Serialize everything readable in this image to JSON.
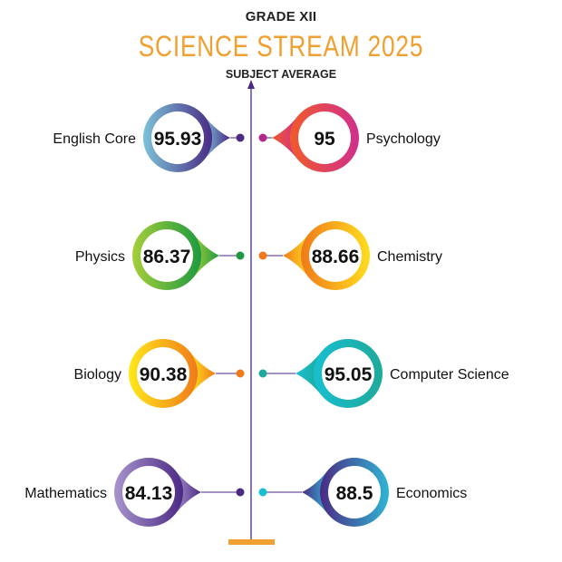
{
  "header": {
    "grade": "GRADE XII",
    "title": "SCIENCE STREAM 2025",
    "subtitle": "SUBJECT AVERAGE"
  },
  "chart_data": {
    "type": "infographic",
    "title": "SCIENCE STREAM 2025",
    "subtitle": "SUBJECT AVERAGE",
    "rows": [
      {
        "left": {
          "subject": "English Core",
          "value": 95.93,
          "label": "95.93",
          "colors": [
            "#7cc3d8",
            "#4b2a84"
          ]
        },
        "right": {
          "subject": "Psychology",
          "value": 95,
          "label": "95",
          "colors": [
            "#d02f8c",
            "#f05a2a"
          ]
        }
      },
      {
        "left": {
          "subject": "Physics",
          "value": 86.37,
          "label": "86.37",
          "colors": [
            "#a6ce39",
            "#1e9940"
          ]
        },
        "right": {
          "subject": "Chemistry",
          "value": 88.66,
          "label": "88.66",
          "colors": [
            "#ffdd1f",
            "#f07a1a"
          ]
        }
      },
      {
        "left": {
          "subject": "Biology",
          "value": 90.38,
          "label": "90.38",
          "colors": [
            "#ffe81a",
            "#f07a1a"
          ]
        },
        "right": {
          "subject": "Computer Science",
          "value": 95.05,
          "label": "95.05",
          "colors": [
            "#1fa99a",
            "#18bfd0"
          ]
        }
      },
      {
        "left": {
          "subject": "Mathematics",
          "value": 84.13,
          "label": "84.13",
          "colors": [
            "#a894cc",
            "#4b2a84"
          ]
        },
        "right": {
          "subject": "Economics",
          "value": 88.5,
          "label": "88.5",
          "colors": [
            "#2fb5d4",
            "#4b2a84"
          ]
        }
      }
    ],
    "dot_colors": [
      [
        "#4b2a84",
        "#b0288a"
      ],
      [
        "#1e9940",
        "#f07a1a"
      ],
      [
        "#f07a1a",
        "#1fa99a"
      ],
      [
        "#4b2a84",
        "#18bfd0"
      ]
    ],
    "axis_color": "#4b2a84",
    "base_color": "#f0a030"
  }
}
